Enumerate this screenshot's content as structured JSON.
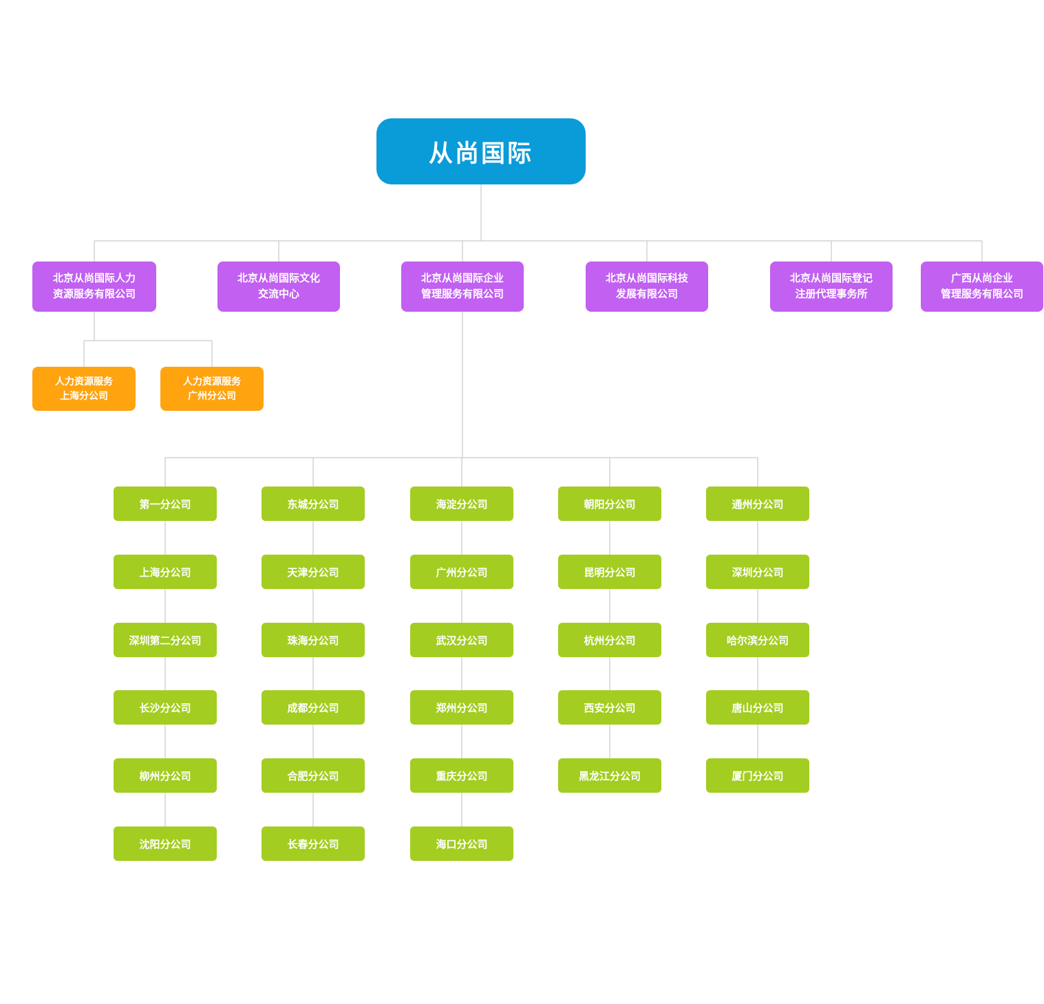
{
  "chart": {
    "root": {
      "label": "从尚国际"
    },
    "subsidiaries": [
      {
        "label": "北京从尚国际人力\n资源服务有限公司"
      },
      {
        "label": "北京从尚国际文化\n交流中心"
      },
      {
        "label": "北京从尚国际企业\n管理服务有限公司"
      },
      {
        "label": "北京从尚国际科技\n发展有限公司"
      },
      {
        "label": "北京从尚国际登记\n注册代理事务所"
      },
      {
        "label": "广西从尚企业\n管理服务有限公司"
      }
    ],
    "hr_branches": [
      {
        "label": "人力资源服务\n上海分公司"
      },
      {
        "label": "人力资源服务\n广州分公司"
      }
    ],
    "branch_columns": [
      {
        "items": [
          "第一分公司",
          "上海分公司",
          "深圳第二分公司",
          "长沙分公司",
          "柳州分公司",
          "沈阳分公司"
        ]
      },
      {
        "items": [
          "东城分公司",
          "天津分公司",
          "珠海分公司",
          "成都分公司",
          "合肥分公司",
          "长春分公司"
        ]
      },
      {
        "items": [
          "海淀分公司",
          "广州分公司",
          "武汉分公司",
          "郑州分公司",
          "重庆分公司",
          "海口分公司"
        ]
      },
      {
        "items": [
          "朝阳分公司",
          "昆明分公司",
          "杭州分公司",
          "西安分公司",
          "黑龙江分公司"
        ]
      },
      {
        "items": [
          "通州分公司",
          "深圳分公司",
          "哈尔滨分公司",
          "唐山分公司",
          "厦门分公司"
        ]
      }
    ],
    "colors": {
      "root": "#0a9bd9",
      "subsidiary": "#c160f1",
      "hr_branch": "#ffa30f",
      "branch": "#a3cd21",
      "connector": "#c9c9c9"
    }
  }
}
